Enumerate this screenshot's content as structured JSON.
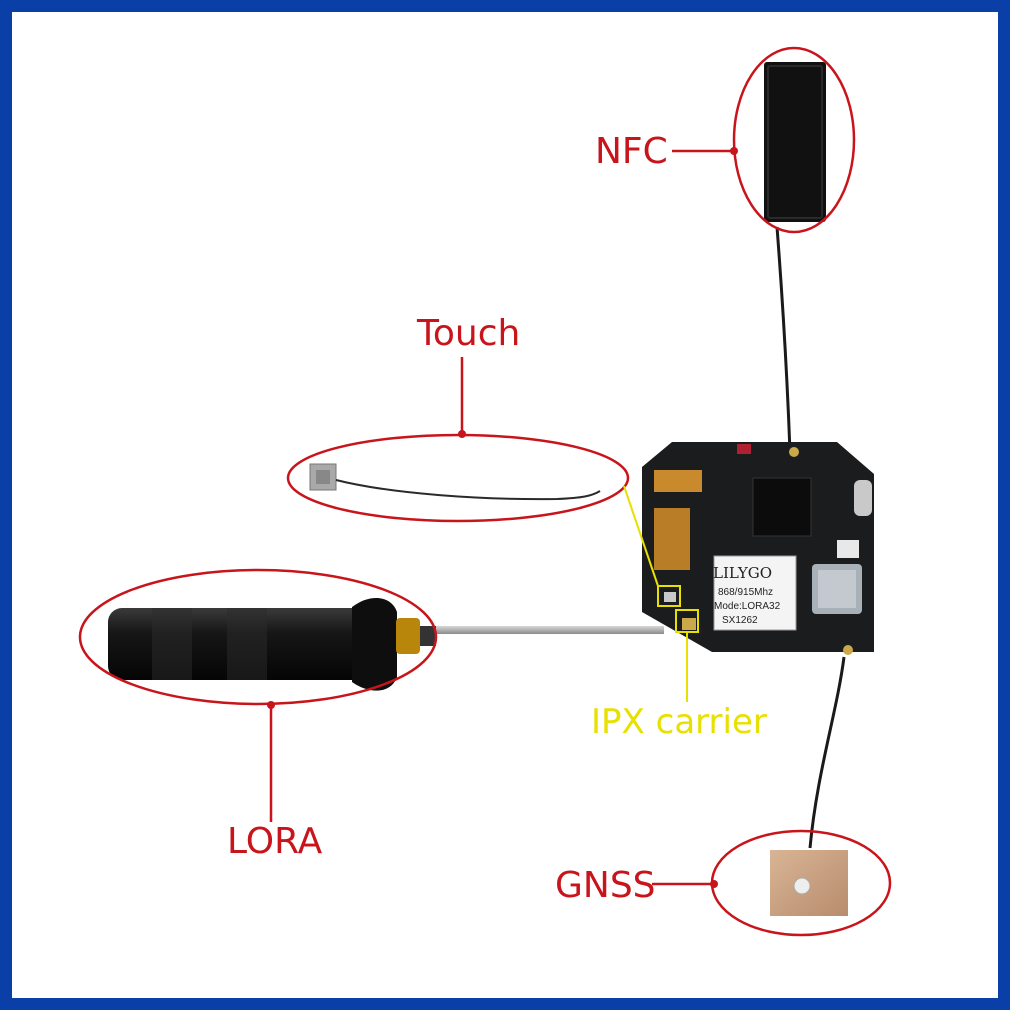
{
  "labels": {
    "nfc": "NFC",
    "touch": "Touch",
    "lora": "LORA",
    "gnss": "GNSS",
    "ipx": "IPX carrier"
  },
  "board": {
    "brand": "LILYGO",
    "freq": "868/915Mhz",
    "model": "Mode:LORA32",
    "chip": "SX1262"
  },
  "colors": {
    "callout": "#c8151b",
    "ipx_callout": "#e8e000",
    "frame": "#0b3fa8",
    "board": "#1b1c1e"
  }
}
